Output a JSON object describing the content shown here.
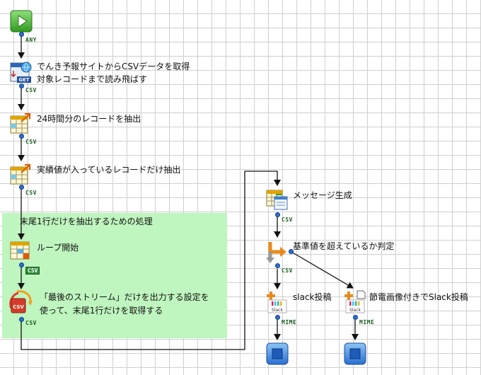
{
  "flow": {
    "start_icon": "play-start-icon",
    "end_icon": "stop-end-icon",
    "group": {
      "label": "末尾1行だけを抽出するための処理"
    },
    "nodes": {
      "get_csv": {
        "line1": "でんき予報サイトからCSVデータを取得",
        "line2": "対象レコードまで読み飛ばす",
        "icon": "http-get-icon"
      },
      "filter_24h": {
        "label": "24時間分のレコードを抽出",
        "icon": "table-filter-icon"
      },
      "filter_actual": {
        "label": "実績値が入っているレコードだけ抽出",
        "icon": "table-filter-icon"
      },
      "loop_start": {
        "label": "ループ開始",
        "icon": "loop-icon"
      },
      "last_stream": {
        "line1": "「最後のストリーム」だけを出力する設定を",
        "line2": "使って、末尾1行だけを取得する",
        "icon": "csv-stream-icon"
      },
      "message": {
        "label": "メッセージ生成",
        "icon": "mapper-icon"
      },
      "judge": {
        "label": "基準値を超えているか判定",
        "icon": "branch-icon"
      },
      "slack_post": {
        "label": "slack投稿",
        "icon": "slack-icon"
      },
      "slack_image": {
        "label": "節電画像付きでSlack投稿",
        "icon": "slack-image-icon"
      }
    },
    "ports": {
      "any": "ANY",
      "csv": "CSV",
      "mime": "MIME"
    }
  }
}
